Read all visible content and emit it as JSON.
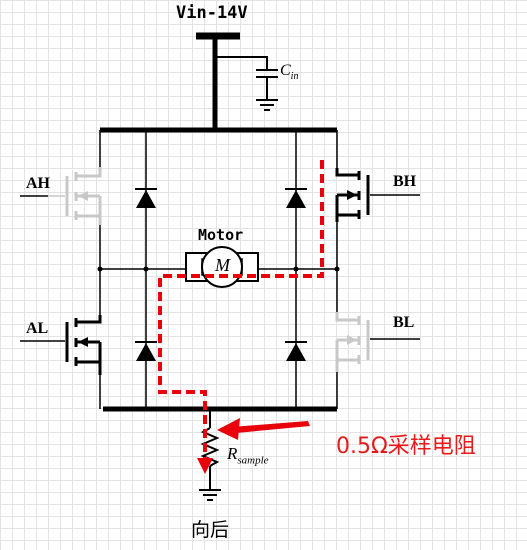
{
  "supply_label": "Vin-14V",
  "capacitor": {
    "symbol": "C",
    "subscript": "in"
  },
  "gate_labels": {
    "ah": "AH",
    "al": "AL",
    "bh": "BH",
    "bl": "BL"
  },
  "motor": {
    "label": "Motor",
    "symbol": "M"
  },
  "resistor": {
    "symbol": "R",
    "subscript": "sample"
  },
  "annotation": "0.5Ω采样电阻",
  "bottom_label": "向后",
  "colors": {
    "wire": "#000000",
    "inactive_switch": "#c8c8c8",
    "current_path": "#e8000b",
    "annotation_text": "#e81b1b",
    "grid": "#e3e3e3"
  }
}
